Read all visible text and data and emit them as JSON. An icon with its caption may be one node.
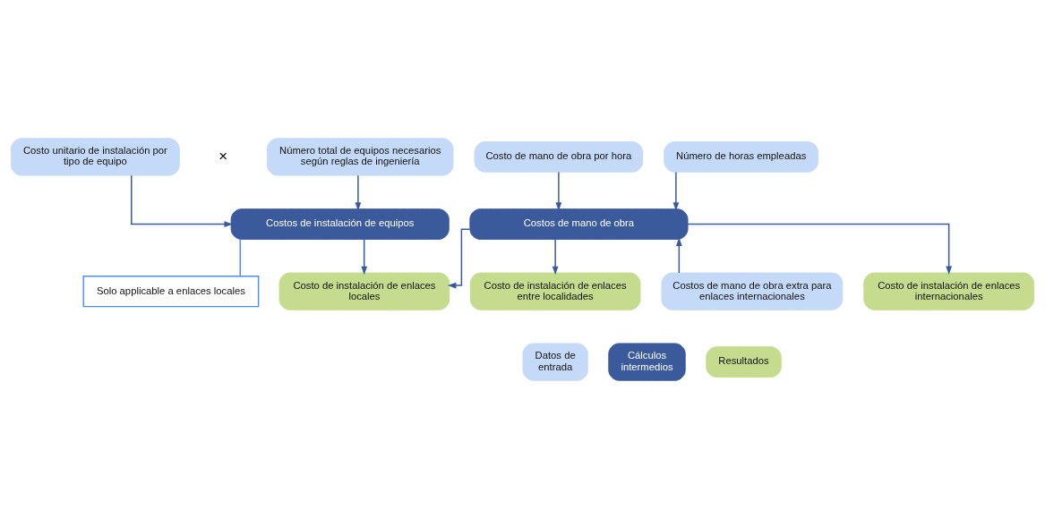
{
  "diagram": {
    "nodes": [
      {
        "text": [
          "Costo unitario de instalación por tipo de equipo"
        ]
      },
      {
        "text": [
          "Número total de equipos necesarios según reglas de ingeniería"
        ]
      },
      {
        "text": [
          "Costo de mano de obra por hora"
        ]
      },
      {
        "text": [
          "Número de horas empleadas"
        ]
      },
      {
        "text": [
          "Costos de instalación de equipos"
        ]
      },
      {
        "text": [
          "Costos de mano de obra"
        ]
      },
      {
        "text": [
          "Solo applicable a enlaces locales"
        ]
      },
      {
        "text": [
          "Costos de mano de obra extra para enlaces internacionales"
        ]
      },
      {
        "text": [
          "Costo de instalación de enlaces locales"
        ]
      },
      {
        "text": [
          "Costo de instalación de enlaces entre localidades"
        ]
      },
      {
        "text": [
          "Costo de instalación de enlaces internacionales"
        ]
      }
    ],
    "edges": [
      {
        "from": 0,
        "to": 4,
        "arrow": "to"
      },
      {
        "from": 1,
        "to": 4,
        "arrow": "to"
      },
      {
        "from": 2,
        "to": 5,
        "arrow": "to"
      },
      {
        "from": 3,
        "to": 5,
        "arrow": "to"
      },
      {
        "from": 7,
        "to": 5,
        "arrow": "to"
      },
      {
        "from": 6,
        "to": 4,
        "arrow": "none",
        "color": "#4a8ff0"
      },
      {
        "from": 4,
        "to": 8,
        "arrow": "to"
      },
      {
        "from": 5,
        "to": 8,
        "arrow": "to"
      },
      {
        "from": 5,
        "to": 9,
        "arrow": "to"
      },
      {
        "from": 5,
        "to": 10,
        "arrow": "to"
      }
    ],
    "labels": [
      "×"
    ],
    "legend": [
      {
        "text": "Datos de entrada",
        "color": "#c5daf8"
      },
      {
        "text": "Cálculos intermedios",
        "color": "#3a5a9b"
      },
      {
        "text": "Resultados",
        "color": "#c5dc8e"
      }
    ]
  }
}
